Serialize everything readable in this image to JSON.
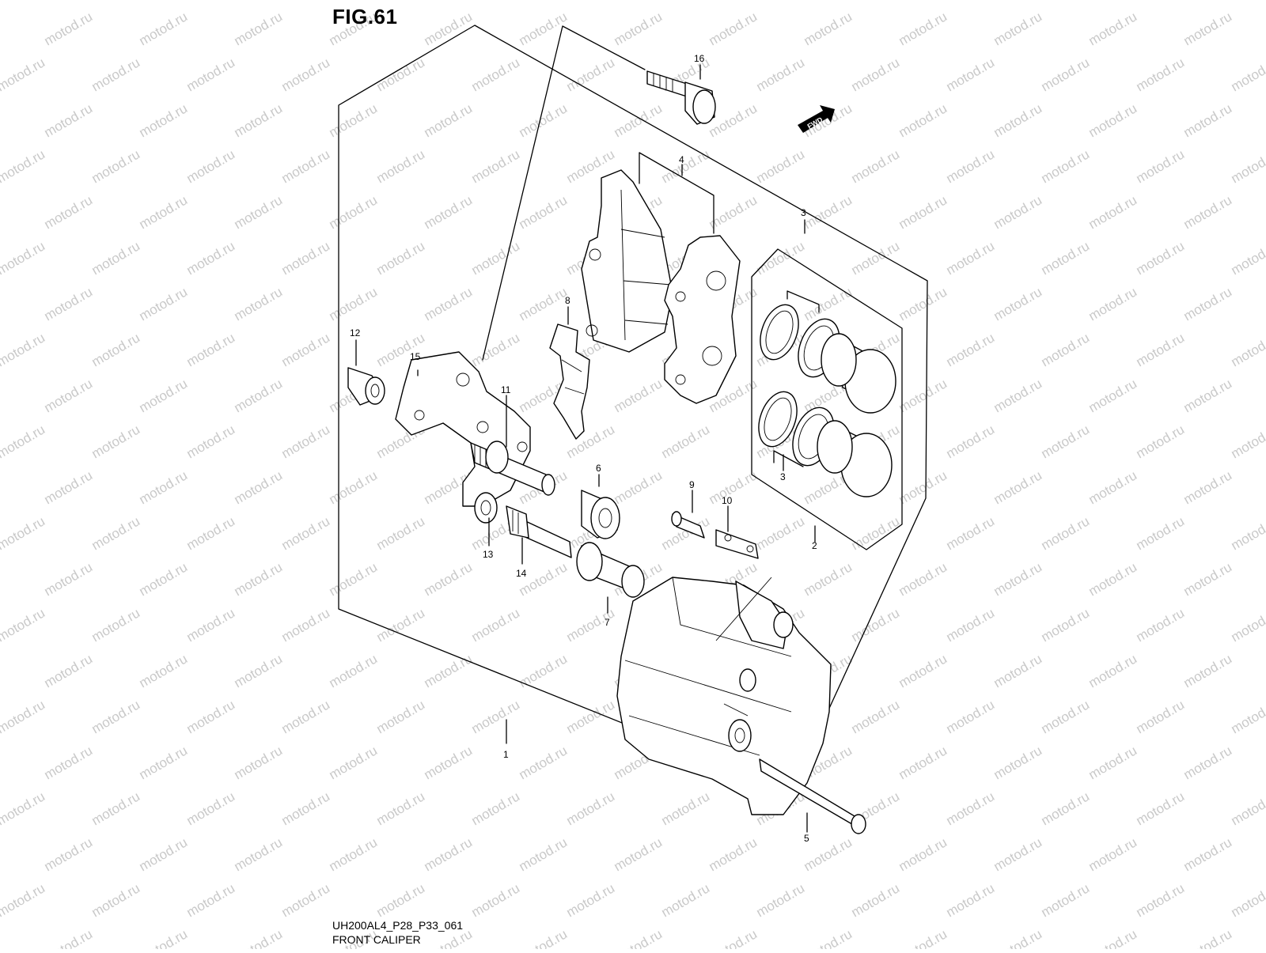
{
  "figure": {
    "title": "FIG.61",
    "code": "UH200AL4_P28_P33_061",
    "name": "FRONT CALIPER"
  },
  "watermark": {
    "text": "motod.ru",
    "color": "#c9c9c9"
  },
  "direction_badge": {
    "label": "FWD",
    "icon": "forward-arrow-icon"
  },
  "callouts": [
    {
      "id": "1",
      "label": "1"
    },
    {
      "id": "2",
      "label": "2"
    },
    {
      "id": "3a",
      "label": "3"
    },
    {
      "id": "3b",
      "label": "3"
    },
    {
      "id": "4",
      "label": "4"
    },
    {
      "id": "5",
      "label": "5"
    },
    {
      "id": "6",
      "label": "6"
    },
    {
      "id": "7",
      "label": "7"
    },
    {
      "id": "8",
      "label": "8"
    },
    {
      "id": "9",
      "label": "9"
    },
    {
      "id": "10",
      "label": "10"
    },
    {
      "id": "11",
      "label": "11"
    },
    {
      "id": "12",
      "label": "12"
    },
    {
      "id": "13",
      "label": "13"
    },
    {
      "id": "14",
      "label": "14"
    },
    {
      "id": "15",
      "label": "15"
    },
    {
      "id": "16",
      "label": "16"
    }
  ]
}
